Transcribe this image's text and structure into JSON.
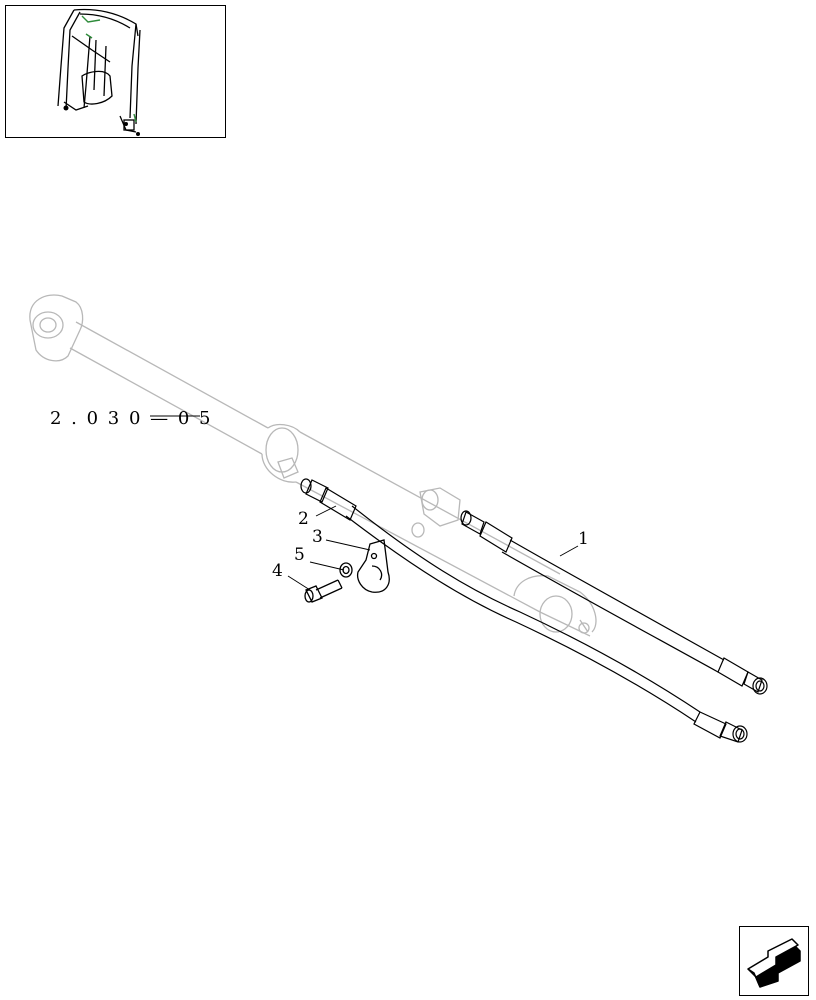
{
  "reference_label": "2 . 0 3 0 — 0 5",
  "callouts": {
    "c1": "1",
    "c2": "2",
    "c3": "3",
    "c4": "4",
    "c5": "5"
  },
  "thumbnail": {
    "icon": "machine-overview-icon",
    "highlight_color": "#2e8b3a"
  },
  "nav": {
    "icon": "previous-page-arrow-icon"
  },
  "colors": {
    "line": "#000000",
    "ghost": "#b8b8b8"
  }
}
